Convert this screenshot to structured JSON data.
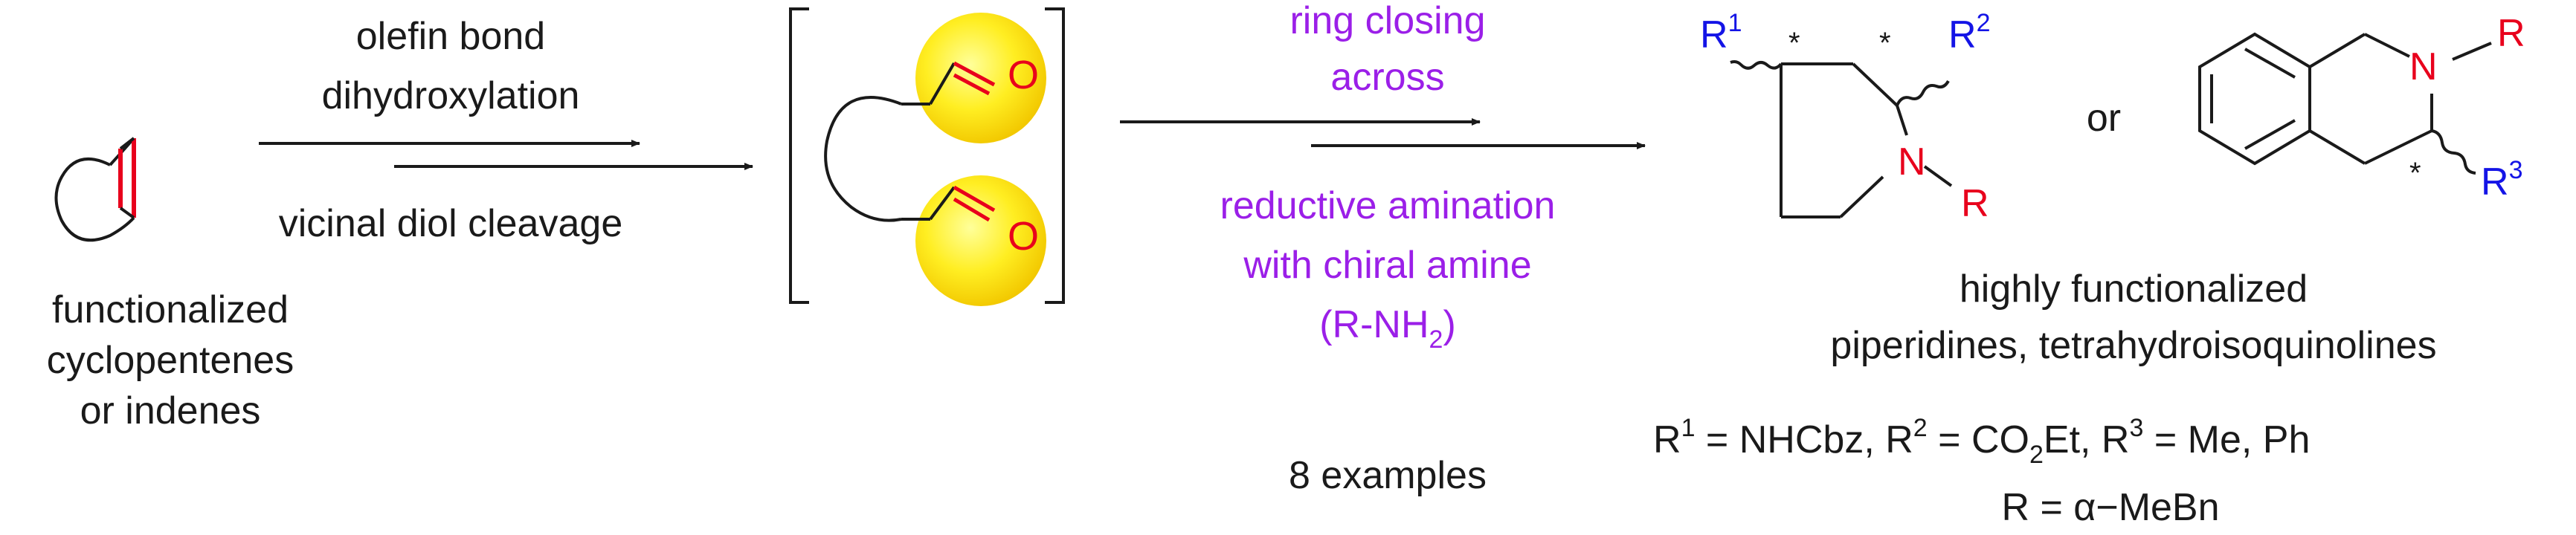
{
  "step1": {
    "top_line1": "olefin bond",
    "top_line2": "dihydroxylation",
    "bottom": "vicinal diol cleavage"
  },
  "substrate": {
    "line1": "functionalized",
    "line2": "cyclopentenes",
    "line3": "or indenes"
  },
  "intermediate": {
    "carbonyl_atom": "O"
  },
  "step2": {
    "top_line1": "ring closing",
    "top_line2": "across",
    "bottom_line1": "reductive amination",
    "bottom_line2": "with chiral amine",
    "bottom_line3_prefix": "(R-NH",
    "bottom_line3_sub": "2",
    "bottom_line3_suffix": ")",
    "examples": "8 examples"
  },
  "products": {
    "or": "or",
    "piperidine": {
      "R1": "R",
      "R1_sup": "1",
      "R2": "R",
      "R2_sup": "2",
      "N": "N",
      "R": "R",
      "stereo": "*"
    },
    "thiq": {
      "N": "N",
      "R": "R",
      "R3": "R",
      "R3_sup": "3",
      "stereo": "*"
    },
    "caption_line1": "highly functionalized",
    "caption_line2": "piperidines, tetrahydroisoquinolines",
    "subst_line": {
      "r1": "R",
      "r1_sup": "1",
      "r1_val": " = NHCbz, ",
      "r2": "R",
      "r2_sup": "2",
      "r2_val": " = CO",
      "r2_sub": "2",
      "r2_val2": "Et, ",
      "r3": "R",
      "r3_sup": "3",
      "r3_val": " = Me, Ph"
    },
    "r_line": "R = α−MeBn"
  },
  "colors": {
    "black": "#1a1a1a",
    "red": "#e8001c",
    "blue": "#1414e6",
    "purple": "#9b1fe8",
    "sphere_highlight": "#ffff8a",
    "sphere_core": "#ffe81a",
    "sphere_edge": "#f2c400"
  }
}
